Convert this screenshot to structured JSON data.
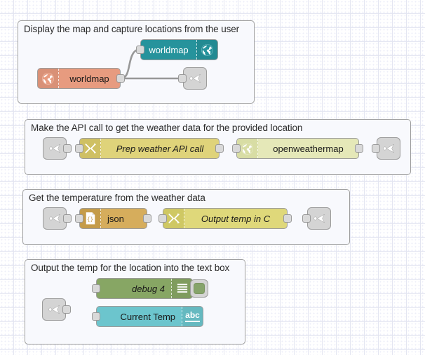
{
  "app": {
    "name": "Node-RED flow editor canvas"
  },
  "groups": [
    {
      "id": "group-display-map",
      "title": "Display the map and capture locations from the user",
      "nodes": [
        {
          "id": "worldmap-out",
          "label": "worldmap",
          "type": "worldmap",
          "icon": "globe-icon",
          "color": "#26939c",
          "text_color": "#ffffff",
          "icon_side": "right",
          "align": "center"
        },
        {
          "id": "worldmap-in",
          "label": "worldmap",
          "type": "worldmap-in",
          "icon": "globe-icon",
          "color": "#e79b7f",
          "text_color": "#1a1a1a",
          "icon_side": "left",
          "align": "center"
        },
        {
          "id": "link-out-1",
          "label": "",
          "type": "link-out",
          "icon": "link-out-icon",
          "color": "#d4d4d4"
        }
      ]
    },
    {
      "id": "group-api-call",
      "title": "Make the API call to get the weather data for the provided location",
      "nodes": [
        {
          "id": "link-in-2",
          "label": "",
          "type": "link-in",
          "icon": "link-in-icon",
          "color": "#d4d4d4"
        },
        {
          "id": "prep-weather",
          "label": "Prep weather API call",
          "type": "switch",
          "icon": "switch-icon",
          "color": "#dfd37a",
          "icon_bg": "#cfc063",
          "text_color": "#1a1a1a",
          "icon_side": "left",
          "align": "center",
          "italic": true
        },
        {
          "id": "openweathermap",
          "label": "openweathermap",
          "type": "openweathermap",
          "icon": "globe-icon",
          "color": "#e5e8b8",
          "icon_bg": "#d8dda4",
          "text_color": "#1a1a1a",
          "icon_side": "left",
          "align": "center"
        },
        {
          "id": "link-out-2",
          "label": "",
          "type": "link-out",
          "icon": "link-out-icon",
          "color": "#d4d4d4"
        }
      ]
    },
    {
      "id": "group-get-temperature",
      "title": "Get the temperature from the weather data",
      "nodes": [
        {
          "id": "link-in-3",
          "label": "",
          "type": "link-in",
          "icon": "link-in-icon",
          "color": "#d4d4d4"
        },
        {
          "id": "json",
          "label": "json",
          "type": "json",
          "icon": "json-braces-icon",
          "color": "#d6ad5c",
          "icon_bg": "#c59c49",
          "text_color": "#1a1a1a",
          "icon_side": "left",
          "align": "left"
        },
        {
          "id": "output-temp-c",
          "label": "Output temp in C",
          "type": "switch",
          "icon": "switch-icon",
          "color": "#dfd87a",
          "icon_bg": "#cfc863",
          "text_color": "#1a1a1a",
          "icon_side": "left",
          "align": "center",
          "italic": true
        },
        {
          "id": "link-out-3",
          "label": "",
          "type": "link-out",
          "icon": "link-out-icon",
          "color": "#d4d4d4"
        }
      ]
    },
    {
      "id": "group-output-temp",
      "title": "Output the temp for the location into the text box",
      "nodes": [
        {
          "id": "link-in-4",
          "label": "",
          "type": "link-in",
          "icon": "link-in-icon",
          "color": "#d4d4d4"
        },
        {
          "id": "debug-4",
          "label": "debug 4",
          "type": "debug",
          "icon": "debug-lines-icon",
          "color": "#87a664",
          "text_color": "#1a1a1a",
          "icon_side": "right",
          "align": "right",
          "italic": true,
          "button": "debug-toggle-button"
        },
        {
          "id": "current-temp",
          "label": "Current Temp",
          "type": "ui-text",
          "icon": "abc-icon",
          "color": "#6cc5cd",
          "text_color": "#1a1a1a",
          "icon_side": "right",
          "align": "right"
        }
      ]
    }
  ]
}
